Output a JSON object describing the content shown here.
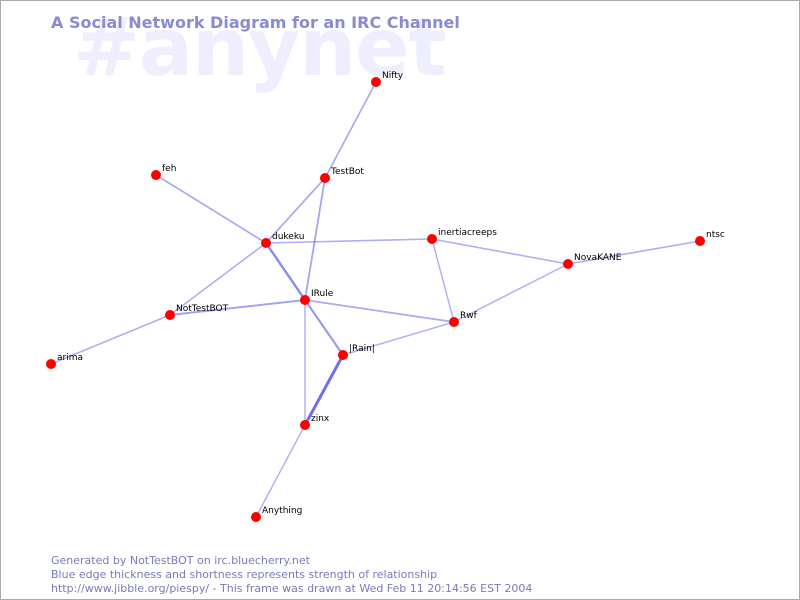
{
  "watermark": "#anynet",
  "title": "A Social Network Diagram for an IRC Channel",
  "footer": {
    "line1": "Generated by NotTestBOT on irc.bluecherry.net",
    "line2": "Blue edge thickness and shortness represents strength of relationship",
    "line3": "http://www.jibble.org/piespy/ - This frame was drawn at Wed Feb 11 20:14:56 EST 2004"
  },
  "colors": {
    "node": "#ff0000",
    "edge": "#6666ee",
    "watermark": "#eeeeff",
    "title": "#8a8ad0",
    "footer": "#7a7ab8"
  },
  "nodes": [
    {
      "id": "Nifty",
      "label": "Nifty"
    },
    {
      "id": "TestBot",
      "label": "TestBot"
    },
    {
      "id": "feh",
      "label": "feh"
    },
    {
      "id": "dukeku",
      "label": "dukeku"
    },
    {
      "id": "inertiacreeps",
      "label": "inertiacreeps"
    },
    {
      "id": "ntsc",
      "label": "ntsc"
    },
    {
      "id": "NovaKANE",
      "label": "NovaKANE"
    },
    {
      "id": "IRule",
      "label": "IRule"
    },
    {
      "id": "NotTestBOT",
      "label": "NotTestBOT"
    },
    {
      "id": "Rwf",
      "label": "Rwf"
    },
    {
      "id": "IRain",
      "label": "|Rain|"
    },
    {
      "id": "arima",
      "label": "arima"
    },
    {
      "id": "zinx",
      "label": "zinx"
    },
    {
      "id": "Anything",
      "label": "Anything"
    }
  ],
  "edges": [
    {
      "from": "Nifty",
      "to": "TestBot",
      "strength": 0.35
    },
    {
      "from": "TestBot",
      "to": "dukeku",
      "strength": 0.35
    },
    {
      "from": "TestBot",
      "to": "IRule",
      "strength": 0.4
    },
    {
      "from": "feh",
      "to": "dukeku",
      "strength": 0.35
    },
    {
      "from": "dukeku",
      "to": "inertiacreeps",
      "strength": 0.3
    },
    {
      "from": "dukeku",
      "to": "IRule",
      "strength": 0.7
    },
    {
      "from": "dukeku",
      "to": "NotTestBOT",
      "strength": 0.3
    },
    {
      "from": "inertiacreeps",
      "to": "NovaKANE",
      "strength": 0.3
    },
    {
      "from": "inertiacreeps",
      "to": "Rwf",
      "strength": 0.25
    },
    {
      "from": "ntsc",
      "to": "NovaKANE",
      "strength": 0.3
    },
    {
      "from": "NovaKANE",
      "to": "Rwf",
      "strength": 0.25
    },
    {
      "from": "IRule",
      "to": "NotTestBOT",
      "strength": 0.45
    },
    {
      "from": "IRule",
      "to": "Rwf",
      "strength": 0.35
    },
    {
      "from": "IRule",
      "to": "IRain",
      "strength": 0.55
    },
    {
      "from": "IRule",
      "to": "zinx",
      "strength": 0.25
    },
    {
      "from": "IRain",
      "to": "Rwf",
      "strength": 0.25
    },
    {
      "from": "IRain",
      "to": "zinx",
      "strength": 1.0
    },
    {
      "from": "NotTestBOT",
      "to": "arima",
      "strength": 0.3
    },
    {
      "from": "zinx",
      "to": "Anything",
      "strength": 0.25
    }
  ]
}
